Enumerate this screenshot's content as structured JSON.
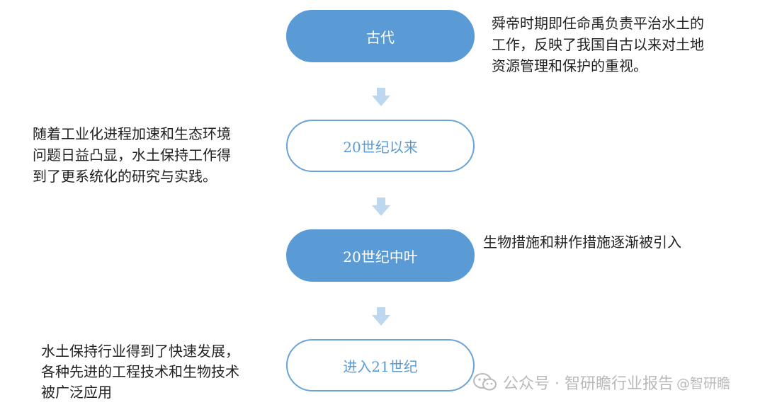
{
  "nodes": [
    {
      "label": "古代",
      "style": "filled"
    },
    {
      "label": "20世纪以来",
      "style": "outline"
    },
    {
      "label": "20世纪中叶",
      "style": "filled"
    },
    {
      "label": "进入21世纪",
      "style": "outline"
    }
  ],
  "descriptions": {
    "ancient": [
      "舜帝时期即任命禹负责平治水土的",
      "工作，反映了我国自古以来对土地",
      "资源管理和保护的重视。"
    ],
    "since_20th": [
      "随着工业化进程加速和生态环境",
      "问题日益凸显，水土保持工作得",
      "到了更系统化的研究与实践。"
    ],
    "mid_20th": [
      "生物措施和耕作措施逐渐被引入"
    ],
    "into_21st": [
      "水土保持行业得到了快速发展，",
      "各种先进的工程技术和生物技术",
      "被广泛应用"
    ]
  },
  "watermark": {
    "text": "公众号 · 智研瞻行业报告",
    "handle": "@智研瞻"
  },
  "colors": {
    "node_fill": "#5b9bd5",
    "arrow": "#bdd7ee",
    "text": "#222222",
    "watermark": "#b9b9b9"
  }
}
